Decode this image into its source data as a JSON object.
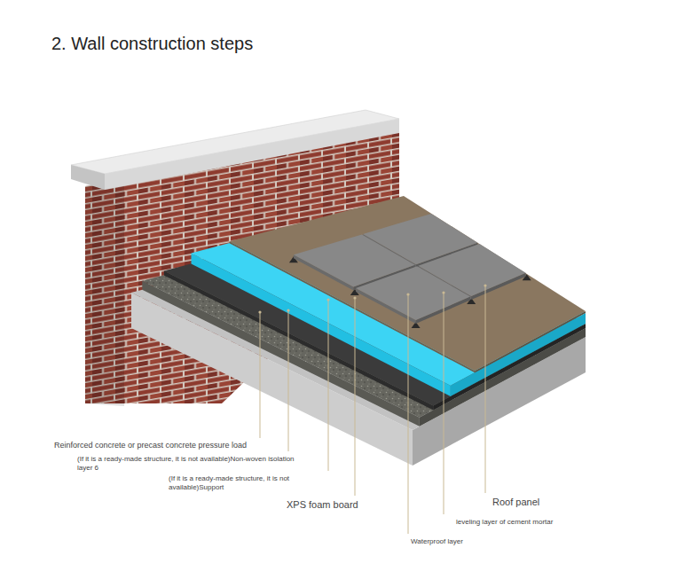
{
  "diagram": {
    "title": "2. Wall construction steps",
    "labels": [
      "Reinforced concrete or precast concrete pressure load",
      "(If it is a ready-made structure, it is not available)Non-woven isolation layer 6",
      "(If it is a ready-made structure, it is not available)Support",
      "XPS foam board",
      "Roof panel",
      "leveling layer of cement mortar",
      "Waterproof layer"
    ]
  }
}
